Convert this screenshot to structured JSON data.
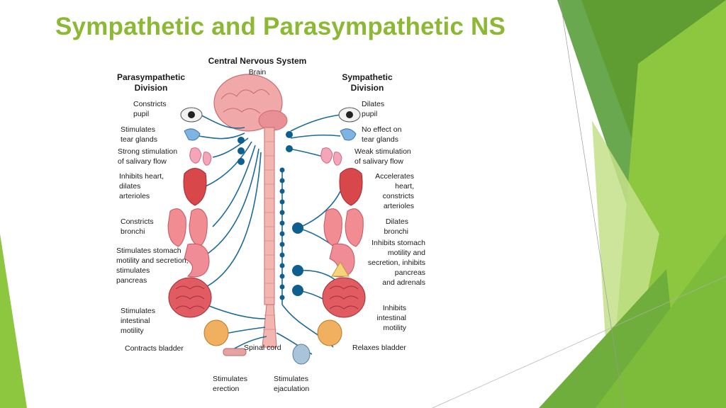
{
  "slide": {
    "title": "Sympathetic and Parasympathetic NS"
  },
  "diagram": {
    "cns_title": "Central Nervous System",
    "brain_label": "Brain",
    "spinal_cord_label": "Spinal cord",
    "parasympathetic": {
      "heading": "Parasympathetic\nDivision",
      "effects": [
        "Constricts\npupil",
        "Stimulates\ntear glands",
        "Strong stimulation\nof salivary flow",
        "Inhibits heart,\ndilates\narterioles",
        "Constricts\nbronchi",
        "Stimulates stomach\nmotility and secretion,\nstimulates\npancreas",
        "Stimulates\nintestinal\nmotility",
        "Contracts bladder",
        "Stimulates\nerection"
      ]
    },
    "sympathetic": {
      "heading": "Sympathetic\nDivision",
      "effects": [
        "Dilates\npupil",
        "No effect on\ntear glands",
        "Weak stimulation\nof salivary flow",
        "Accelerates\nheart,\nconstricts\narterioles",
        "Dilates\nbronchi",
        "Inhibits stomach\nmotility and\nsecretion, inhibits\npancreas\nand adrenals",
        "Inhibits\nintestinal\nmotility",
        "Relaxes bladder",
        "Stimulates\nejaculation"
      ]
    }
  },
  "colors": {
    "title": "#8cb833",
    "green_dark": "#4f8a2c",
    "green_mid": "#79b83a",
    "green_light": "#a9d45b",
    "nerve": "#1d6a98",
    "ganglion": "#0e5f8e",
    "brain": "#f0a8a8",
    "organ_red": "#d8474a",
    "organ_pink": "#f08c92"
  }
}
